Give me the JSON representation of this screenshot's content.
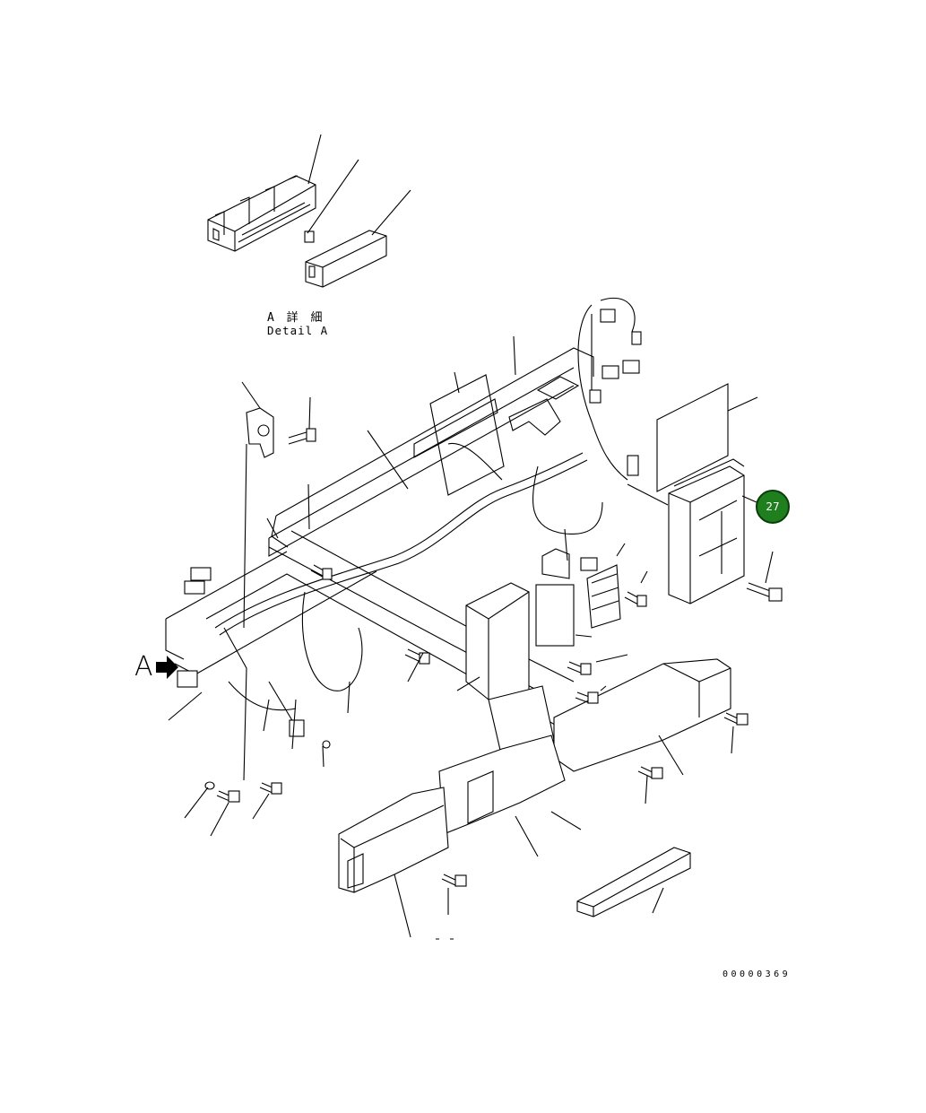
{
  "detail": {
    "label_jp": "A 詳 細",
    "label_en": "Detail A"
  },
  "view_marker": "A",
  "drawing_number": "00000369",
  "callout": {
    "number": "27",
    "color": "#1f7f1f"
  }
}
